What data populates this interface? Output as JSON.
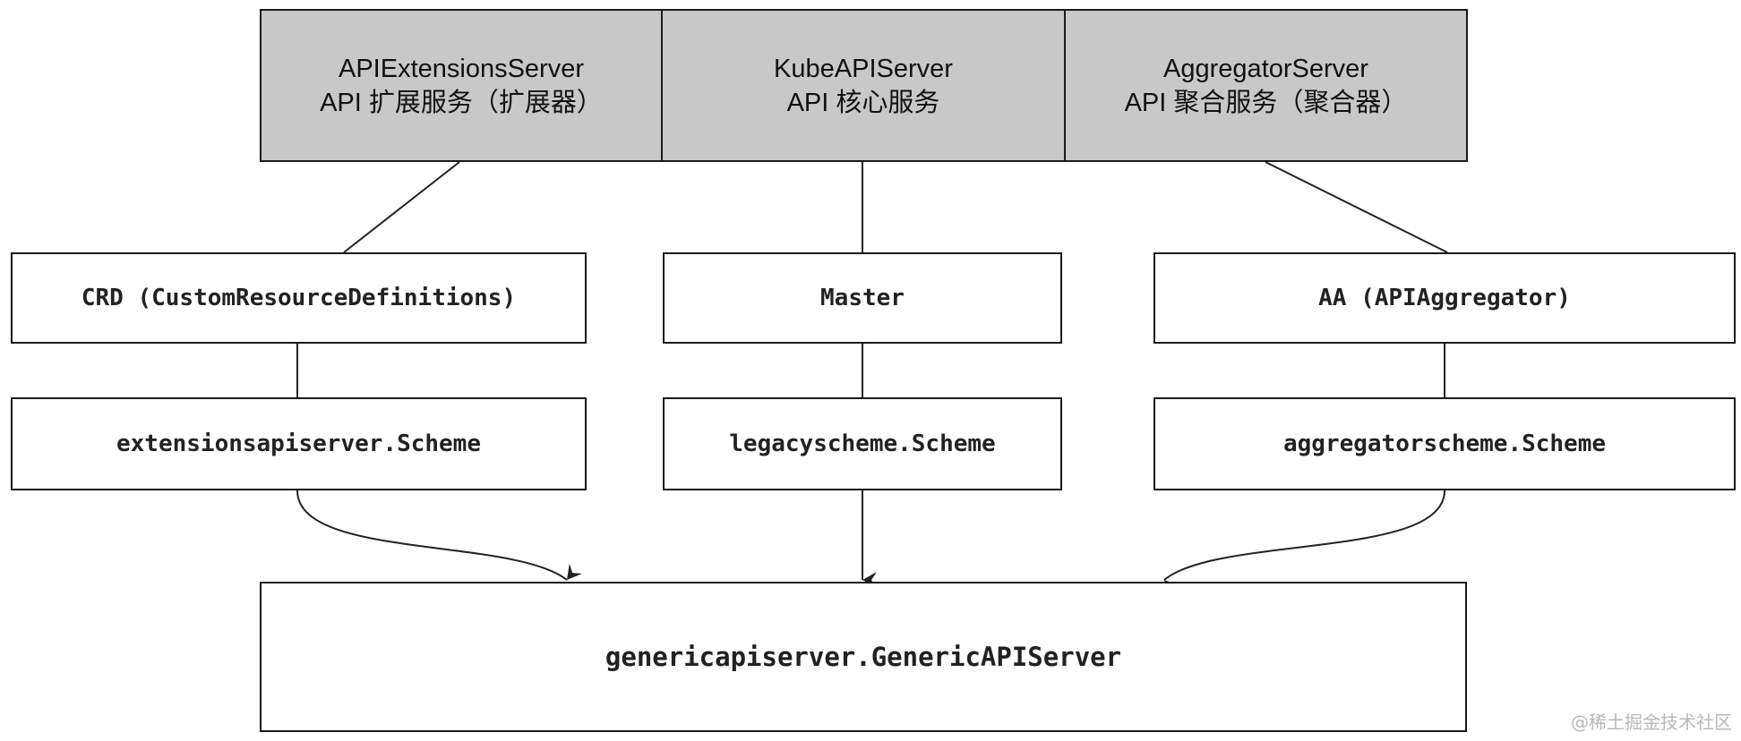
{
  "top_servers": [
    {
      "title": "APIExtensionsServer",
      "subtitle": "API 扩展服务（扩展器）"
    },
    {
      "title": "KubeAPIServer",
      "subtitle": "API 核心服务"
    },
    {
      "title": "AggregatorServer",
      "subtitle": "API 聚合服务（聚合器）"
    }
  ],
  "components": {
    "crd": "CRD (CustomResourceDefinitions)",
    "master": "Master",
    "aa": "AA (APIAggregator)"
  },
  "schemes": {
    "extension": "extensionsapiserver.Scheme",
    "legacy": "legacyscheme.Scheme",
    "aggregator": "aggregatorscheme.Scheme"
  },
  "generic": "genericapiserver.GenericAPIServer",
  "watermark": "@稀土掘金技术社区"
}
